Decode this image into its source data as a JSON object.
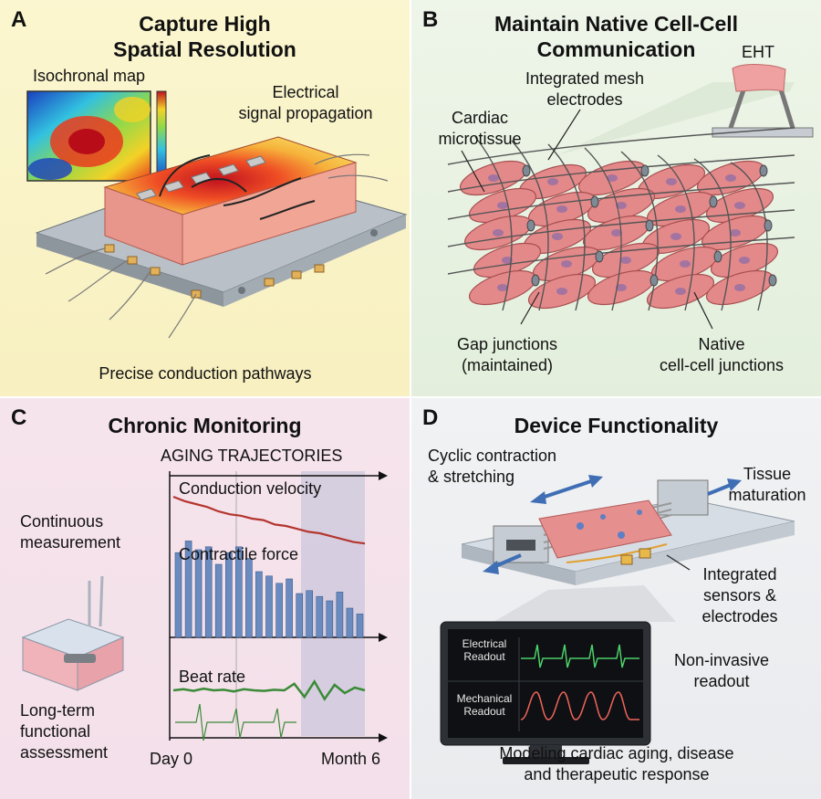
{
  "panelA": {
    "letter": "A",
    "title_line1": "Capture High",
    "title_line2": "Spatial Resolution",
    "isochronal_map": "Isochronal map",
    "signal_line1": "Electrical",
    "signal_line2": "signal propagation",
    "pathways": "Precise conduction pathways"
  },
  "panelB": {
    "letter": "B",
    "title_line1": "Maintain Native Cell-Cell",
    "title_line2": "Communication",
    "eht": "EHT",
    "mesh_line1": "Integrated mesh",
    "mesh_line2": "electrodes",
    "micro_line1": "Cardiac",
    "micro_line2": "microtissue",
    "gap_line1": "Gap junctions",
    "gap_line2": "(maintained)",
    "native_line1": "Native",
    "native_line2": "cell-cell junctions"
  },
  "panelC": {
    "letter": "C",
    "title": "Chronic Monitoring",
    "continuous_line1": "Continuous",
    "continuous_line2": "measurement",
    "longterm_line1": "Long-term",
    "longterm_line2": "functional",
    "longterm_line3": "assessment",
    "chart_title": "AGING TRAJECTORIES",
    "x_start": "Day 0",
    "x_end": "Month 6"
  },
  "panelD": {
    "letter": "D",
    "title": "Device Functionality",
    "cyclic_line1": "Cyclic contraction",
    "cyclic_line2": "& stretching",
    "tissue_line1": "Tissue",
    "tissue_line2": "maturation",
    "sensors_line1": "Integrated",
    "sensors_line2": "sensors &",
    "sensors_line3": "electrodes",
    "screen_elec_line1": "Electrical",
    "screen_elec_line2": "Readout",
    "screen_mech_line1": "Mechanical",
    "screen_mech_line2": "Readout",
    "noninvasive_line1": "Non-invasive",
    "noninvasive_line2": "readout",
    "modeling_line1": "Modeling cardiac aging, disease",
    "modeling_line2": "and therapeutic response"
  },
  "colors": {
    "tissue": "#e0898a",
    "heat_hot": "#c0121f",
    "heat_warm": "#f6b23a",
    "heat_cool": "#2f7fd0",
    "bar": "#6a8bbf",
    "velocity": "#b4362f",
    "beat": "#3a8a37",
    "screen_green": "#4cd06a",
    "screen_red": "#f0645a"
  },
  "chart_data": {
    "type": "bar",
    "title": "AGING TRAJECTORIES",
    "x_range": [
      "Day 0",
      "Month 6"
    ],
    "series": [
      {
        "name": "Conduction velocity",
        "kind": "line",
        "values": [
          0.95,
          0.92,
          0.9,
          0.88,
          0.85,
          0.83,
          0.82,
          0.8,
          0.79,
          0.76,
          0.75,
          0.73,
          0.71,
          0.7,
          0.68,
          0.66,
          0.64,
          0.63
        ]
      },
      {
        "name": "Contractile force",
        "kind": "bar",
        "values": [
          0.58,
          0.66,
          0.6,
          0.62,
          0.5,
          0.58,
          0.62,
          0.54,
          0.45,
          0.42,
          0.37,
          0.4,
          0.3,
          0.32,
          0.28,
          0.25,
          0.31,
          0.2,
          0.16
        ]
      },
      {
        "name": "Beat rate",
        "kind": "line",
        "values": [
          0.5,
          0.52,
          0.49,
          0.53,
          0.5,
          0.51,
          0.48,
          0.52,
          0.5,
          0.49,
          0.51,
          0.5,
          0.62,
          0.38,
          0.66,
          0.34,
          0.6,
          0.45,
          0.55,
          0.5
        ]
      }
    ]
  }
}
